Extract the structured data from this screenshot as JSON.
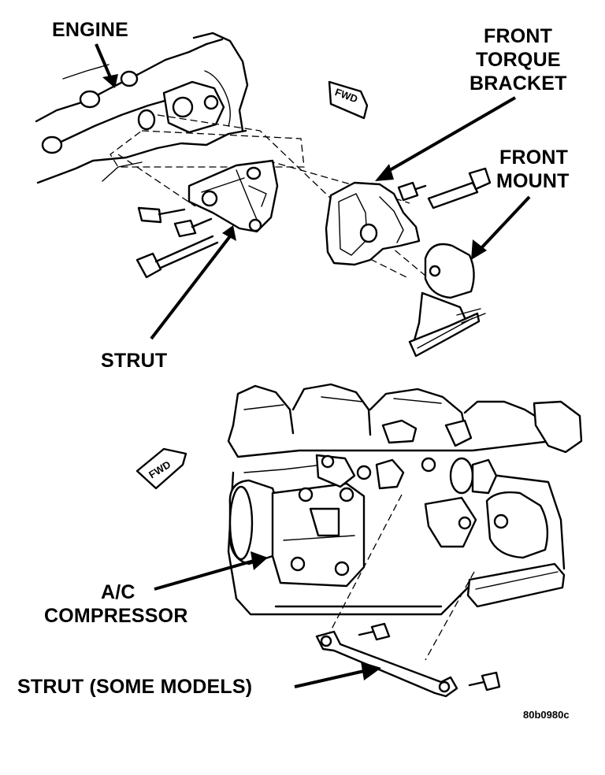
{
  "labels": {
    "engine": "ENGINE",
    "front_torque_bracket": [
      "FRONT",
      "TORQUE",
      "BRACKET"
    ],
    "front_mount": [
      "FRONT",
      "MOUNT"
    ],
    "strut_top": "STRUT",
    "ac_compressor": [
      "A/C",
      "COMPRESSOR"
    ],
    "strut_some_models": "STRUT (SOME MODELS)",
    "fwd_top": "FWD",
    "fwd_bottom": "FWD"
  },
  "figure_code": "80b0980c"
}
